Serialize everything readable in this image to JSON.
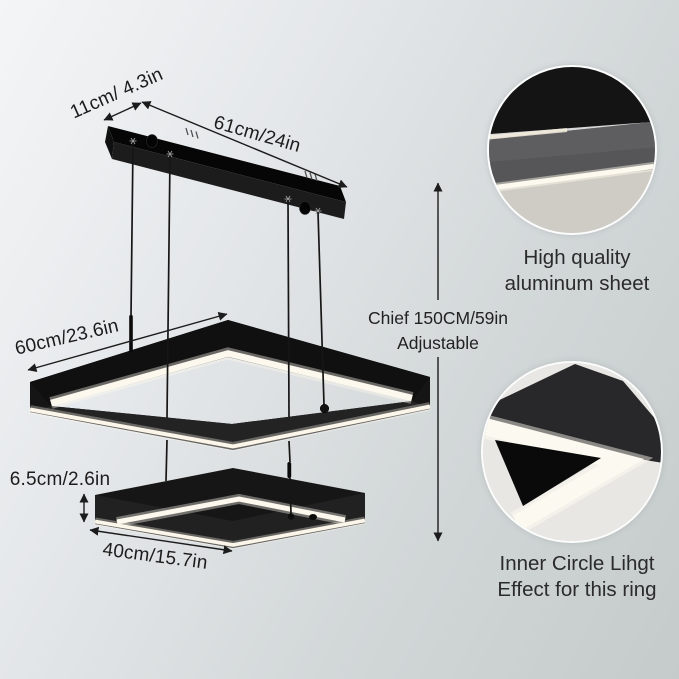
{
  "product_diagram": {
    "description": "two-tier square LED pendant light dimension diagram",
    "dimensions": {
      "canopy_depth": "11cm/ 4.3in",
      "canopy_length": "61cm/24in",
      "large_ring_width": "60cm/23.6in",
      "cable_length_line1": "Chief 150CM/59in",
      "cable_length_line2": "Adjustable",
      "ring_height": "6.5cm/2.6in",
      "small_ring_width": "40cm/15.7in"
    },
    "callouts": {
      "aluminum": {
        "line1": "High quality",
        "line2": "aluminum sheet"
      },
      "inner_light": {
        "line1": "Inner Circle Lihgt",
        "line2": "Effect for this ring"
      }
    },
    "colors": {
      "background_top_left": "#f4f5f7",
      "background_bottom_right": "#c5cbcb",
      "fixture_black": "#161616",
      "light_band": "#fcf8ee",
      "text": "#1f1f1f"
    }
  }
}
